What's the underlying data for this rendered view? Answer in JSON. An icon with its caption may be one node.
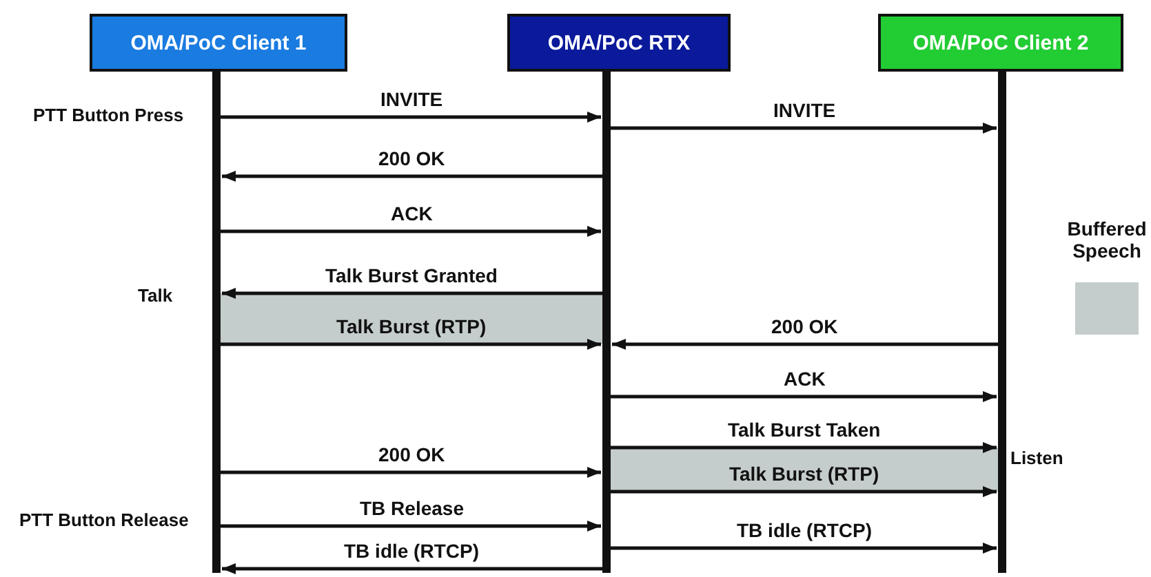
{
  "diagram": {
    "nodes": [
      {
        "text": [
          "OMA/PoC Client 1"
        ]
      },
      {
        "text": [
          "OMA/PoC RTX"
        ]
      },
      {
        "text": [
          "OMA/PoC Client 2"
        ]
      }
    ],
    "edges": [
      {
        "from": 0,
        "to": 1,
        "arrow": "to",
        "label": "INVITE"
      },
      {
        "from": 1,
        "to": 2,
        "arrow": "to",
        "label": "INVITE"
      },
      {
        "from": 1,
        "to": 0,
        "arrow": "to",
        "label": "200 OK"
      },
      {
        "from": 0,
        "to": 1,
        "arrow": "to",
        "label": "ACK"
      },
      {
        "from": 1,
        "to": 0,
        "arrow": "to",
        "label": "Talk Burst Granted"
      },
      {
        "from": 0,
        "to": 1,
        "arrow": "to",
        "label": "Talk Burst  (RTP)"
      },
      {
        "from": 2,
        "to": 1,
        "arrow": "to",
        "label": "200 OK"
      },
      {
        "from": 1,
        "to": 2,
        "arrow": "to",
        "label": "ACK"
      },
      {
        "from": 1,
        "to": 2,
        "arrow": "to",
        "label": "Talk Burst Taken"
      },
      {
        "from": 0,
        "to": 1,
        "arrow": "to",
        "label": "200 OK"
      },
      {
        "from": 1,
        "to": 2,
        "arrow": "to",
        "label": "Talk Burst  (RTP)"
      },
      {
        "from": 0,
        "to": 1,
        "arrow": "to",
        "label": "TB Release"
      },
      {
        "from": 1,
        "to": 2,
        "arrow": "to",
        "label": "TB idle (RTCP)"
      },
      {
        "from": 1,
        "to": 0,
        "arrow": "to",
        "label": "TB idle (RTCP)"
      }
    ],
    "labels": [
      "PTT Button Press",
      "Talk",
      "Listen",
      "PTT Button Release"
    ],
    "legend": [
      {
        "text": "Buffered Speech",
        "color": "#c5cdcc"
      }
    ]
  }
}
